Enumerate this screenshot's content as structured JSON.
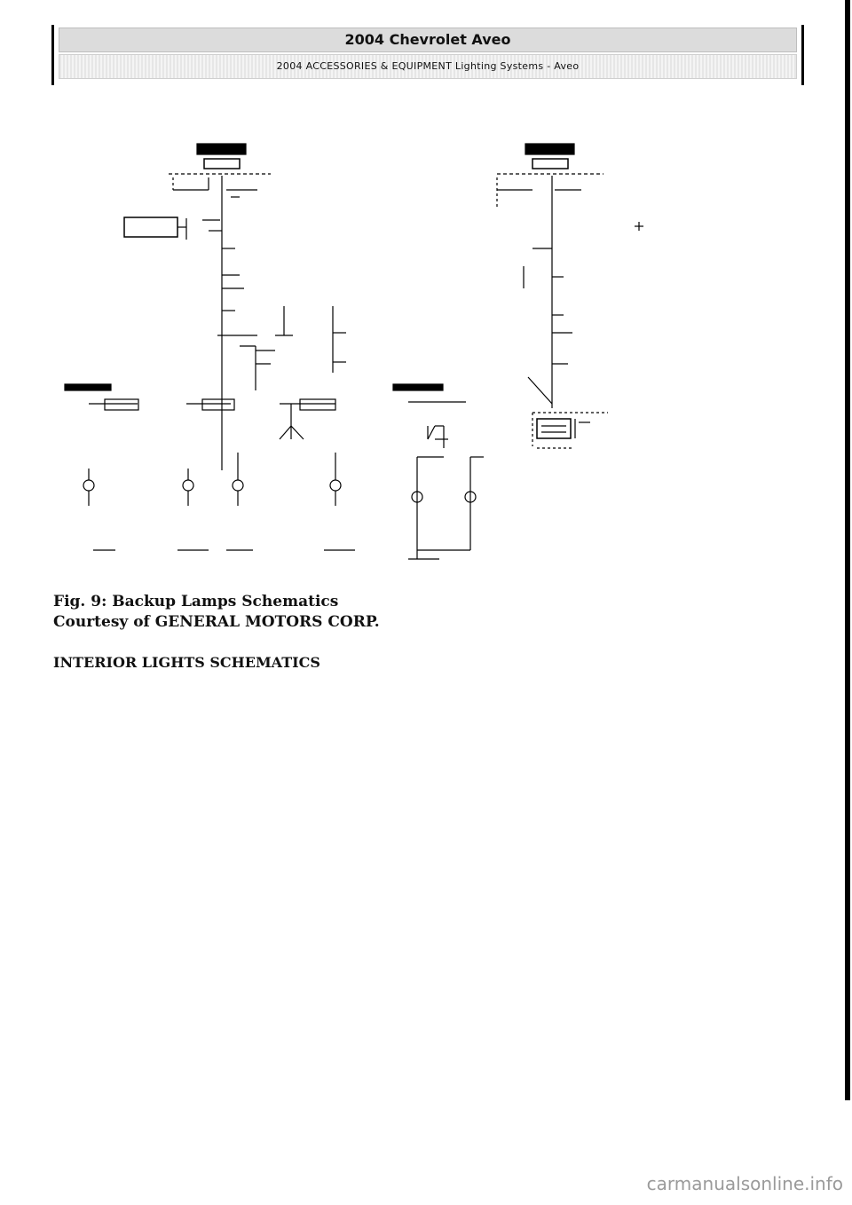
{
  "header": {
    "title": "2004 Chevrolet Aveo",
    "subtitle": "2004 ACCESSORIES & EQUIPMENT Lighting Systems - Aveo"
  },
  "figure": {
    "caption": "Fig. 9: Backup Lamps Schematics",
    "credit": "Courtesy of GENERAL MOTORS CORP."
  },
  "section": {
    "heading": "INTERIOR LIGHTS SCHEMATICS"
  },
  "watermark": "carmanualsonline.info"
}
